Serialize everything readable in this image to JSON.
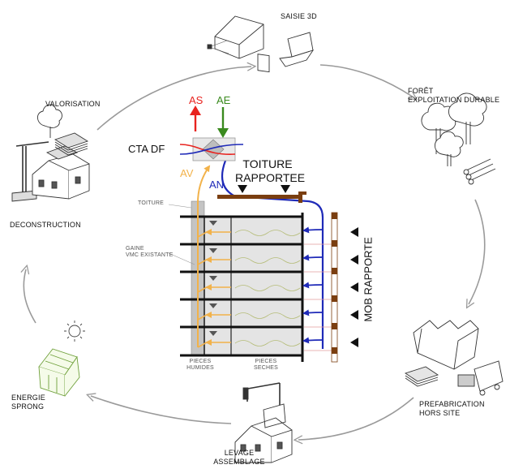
{
  "stages": {
    "saisie_3d": "SAISIE 3D",
    "foret": "FORÊT\nEXPLOITATION DURABLE",
    "prefabrication": "PREFABRICATION\nHORS SITE",
    "levage": "LEVAGE\nASSEMBLAGE",
    "energie": "ENERGIE\nSPRONG",
    "deconstruction": "DECONSTRUCTION",
    "valorisation": "VALORISATION"
  },
  "center": {
    "as_label": "AS",
    "ae_label": "AE",
    "cta_label": "CTA DF",
    "av_label": "AV",
    "an_label": "AN",
    "toiture_rapportee": "TOITURE\nRAPPORTEE",
    "toiture": "TOITURE",
    "gaine": "GAINE\nVMC EXISTANTE",
    "pieces_humides": "PIECES\nHUMIDES",
    "pieces_seches": "PIECES\nSECHES",
    "mob_rapporte": "MOB RAPPORTE"
  },
  "colors": {
    "as_arrow": "#e8231f",
    "ae_arrow": "#3a8a1e",
    "an_line": "#1f2ab8",
    "av_line": "#f2b24a",
    "wood": "#7a3e10",
    "cycle": "#9a9a9a"
  }
}
